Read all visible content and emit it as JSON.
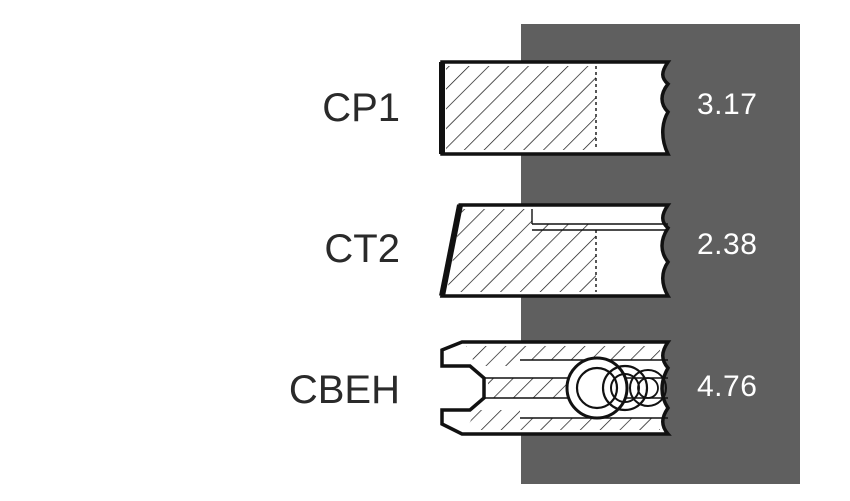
{
  "colors": {
    "background": "#ffffff",
    "band": "#5f5f5f",
    "ink": "#111111",
    "label": "#2a2a2a",
    "value": "#ffffff"
  },
  "rings": [
    {
      "code": "CP1",
      "value": "3.17",
      "profile": "rectangular"
    },
    {
      "code": "CT2",
      "value": "2.38",
      "profile": "taper-faced"
    },
    {
      "code": "CBEH",
      "value": "4.76",
      "profile": "oil-control-expander"
    }
  ]
}
